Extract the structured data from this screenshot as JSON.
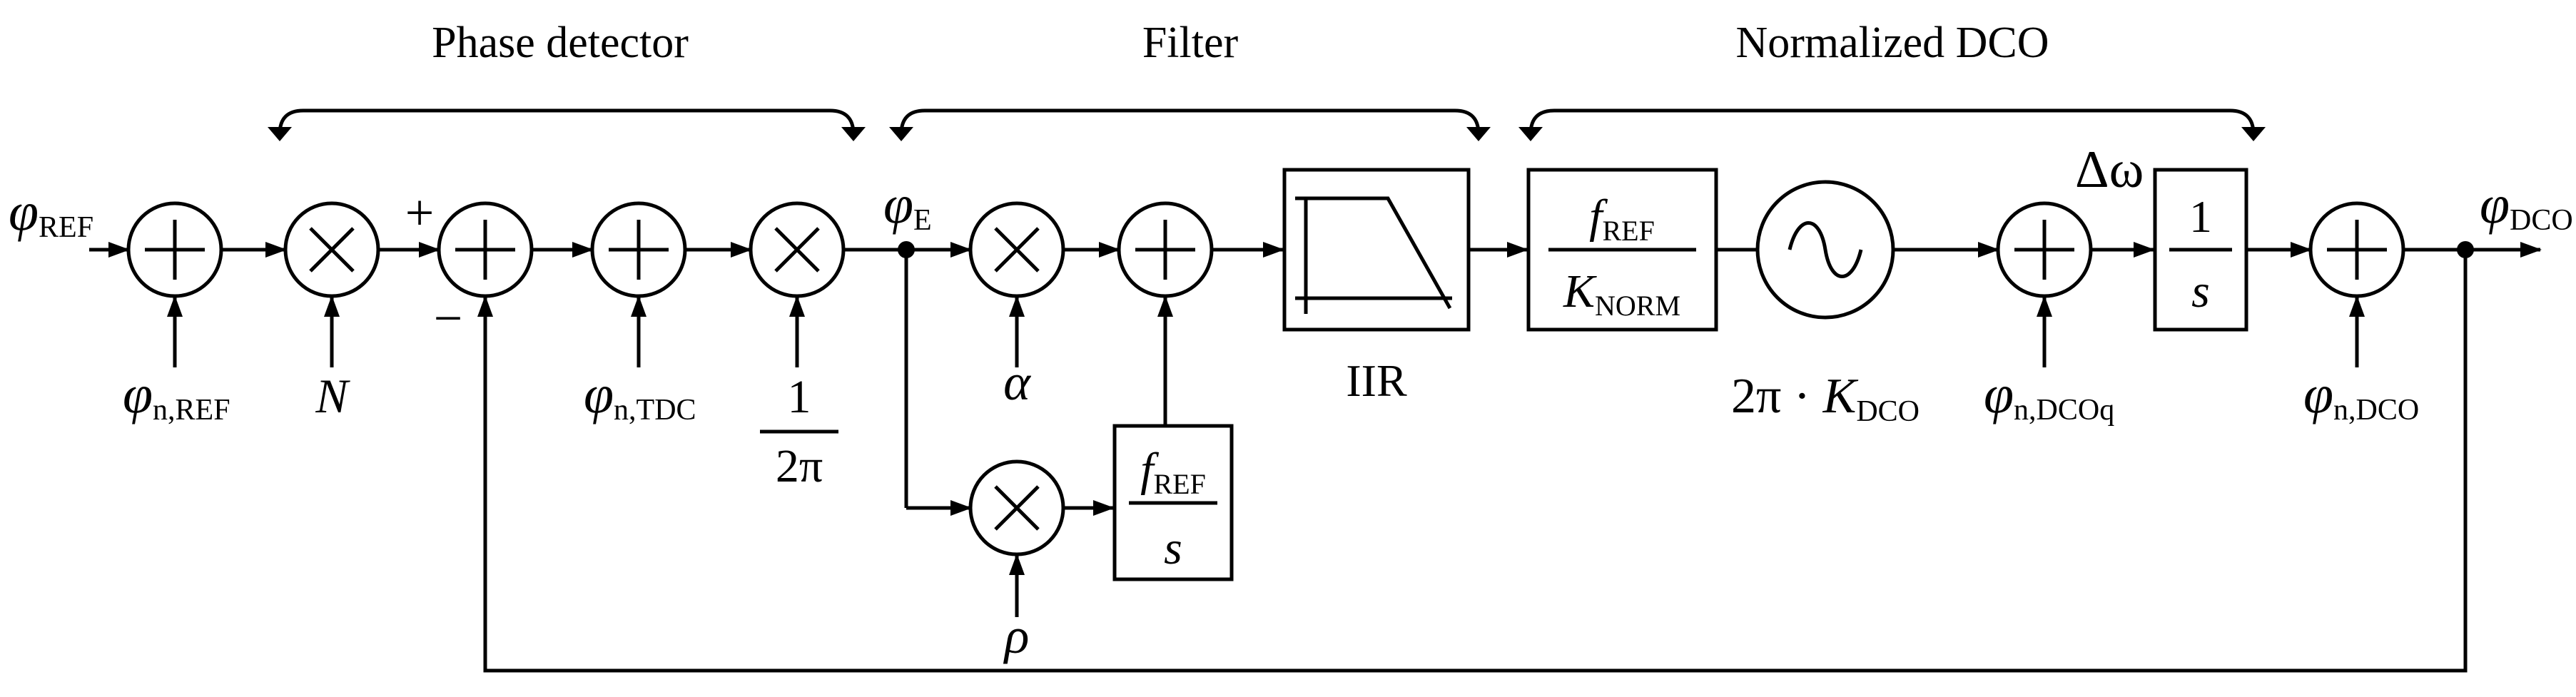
{
  "sections": {
    "phase_detector": "Phase detector",
    "filter": "Filter",
    "normalized_dco": "Normalized DCO"
  },
  "signals": {
    "phi_symbol": "φ",
    "ref_sub": "REF",
    "e_sub": "E",
    "dco_sub": "DCO",
    "n_ref_sub": "n,REF",
    "n_tdc_sub": "n,TDC",
    "n_dcoq_sub": "n,DCOq",
    "n_dco_sub": "n,DCO",
    "delta_omega": "Δω"
  },
  "signs": {
    "plus": "+",
    "minus": "−"
  },
  "gains": {
    "N": "N",
    "one": "1",
    "two_pi": "2π",
    "alpha": "α",
    "rho": "ρ",
    "kdco_prefix": "2π · ",
    "K": "K",
    "dco_sub": "DCO"
  },
  "blocks": {
    "f": "f",
    "ref_sub": "REF",
    "s": "s",
    "K": "K",
    "norm_sub": "NORM",
    "one": "1",
    "iir": "IIR"
  }
}
